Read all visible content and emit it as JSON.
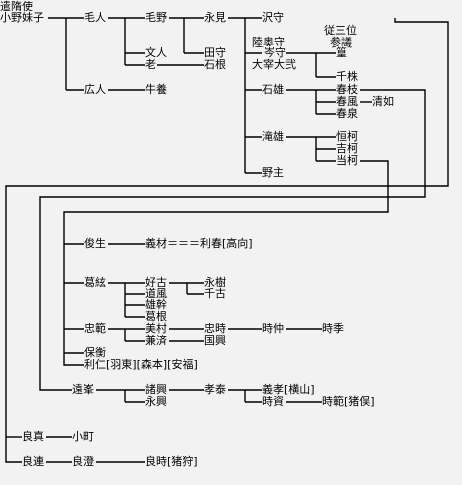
{
  "nodes": {
    "founder_title": "遣隋使",
    "founder": "小野妹子",
    "kemishi": "毛人",
    "keno": "毛野",
    "nagami": "永見",
    "sawamori": "沢守",
    "mutsu_title": "陸奥守",
    "minemori_title2": "大宰大弐",
    "minemori": "岑守",
    "jusanmi": "従三位",
    "sangi": "参議",
    "takamura": "篁",
    "chimoto": "千株",
    "tamori": "田守",
    "iwane": "石根",
    "bunjin": "文人",
    "roku": "老",
    "hirohito": "広人",
    "ushikai": "牛養",
    "ishio": "石雄",
    "haruki": "春枝",
    "harukaze": "春風",
    "kiyoyuki": "清如",
    "harusen": "春泉",
    "takio": "滝雄",
    "tsunetaka": "恒柯",
    "yoshitaka": "吉柯",
    "masataka": "当柯",
    "nonushi": "野主",
    "toshio": "俊生",
    "yoshiki": "義材＝＝＝利春[高向]",
    "kuzuo": "葛絃",
    "yoshifuru": "好古",
    "nagaki": "永樹",
    "chifuru": "千古",
    "michikaze": "道風",
    "omoki": "雄幹",
    "kuzune": "葛根",
    "tadanori": "忠範",
    "yoshimura": "美村",
    "tadatoki": "忠時",
    "tokinaka": "時仲",
    "tokisue": "時季",
    "kanesumi": "兼済",
    "kunioki": "国興",
    "yasumori": "保衡",
    "toshihito": "利仁[羽東][森本][安福]",
    "tomine": "遠峯",
    "moroki": "諸興",
    "takayasu": "孝泰",
    "yoshitaka2": "義孝[横山]",
    "eiyo": "永興",
    "tokisuke": "時資",
    "tokinori": "時範[猪俣]",
    "yoshizane": "良真",
    "komachi": "小町",
    "yoshitsura": "良連",
    "yoshizumi": "良澄",
    "yoshitoki": "良時[猪狩]"
  }
}
